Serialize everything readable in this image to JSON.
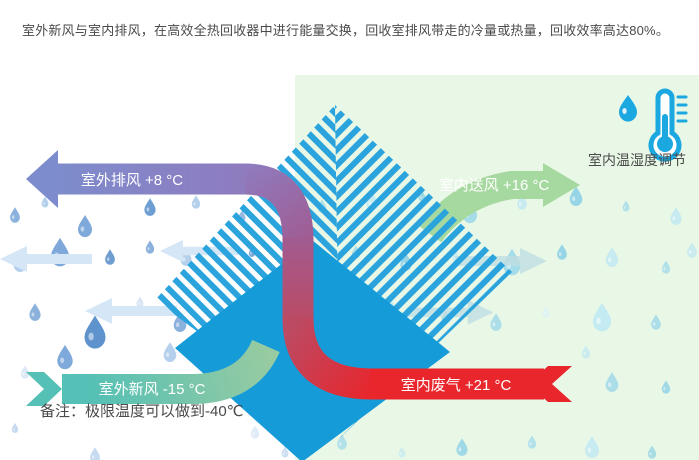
{
  "header": {
    "description": "室外新风与室内排风，在高效全热回收器中进行能量交换，回收室排风带走的冷量或热量，回收效率高达80%。"
  },
  "flows": {
    "exhaust_out": {
      "label": "室外排风 +8 °C"
    },
    "supply_in": {
      "label": "室内送风 +16 °C"
    },
    "fresh_in": {
      "label": "室外新风 -15 °C"
    },
    "return_air": {
      "label": "室内废气 +21 °C"
    }
  },
  "legend": {
    "indoor_control_label": "室内温湿度调节"
  },
  "note": {
    "text": "备注：极限温度可以做到-40℃"
  },
  "colors": {
    "exhaust_start": "#7D8CCC",
    "exhaust_purple": "#9A6BAE",
    "exhaust_end": "#E8262C",
    "fresh_start": "#55C0B5",
    "fresh_end": "#98CBA1",
    "supply_green": "#A6D99F",
    "panel_green": "#E9F8E6",
    "stripe_blue": "#2BA4DE",
    "solid_blue": "#159BD8",
    "icon_blue": "#1BA7E0",
    "text_dark": "#4A4A4A",
    "rain_blue": "#7FA9DA",
    "rain_cyan": "#A5DCEA"
  }
}
